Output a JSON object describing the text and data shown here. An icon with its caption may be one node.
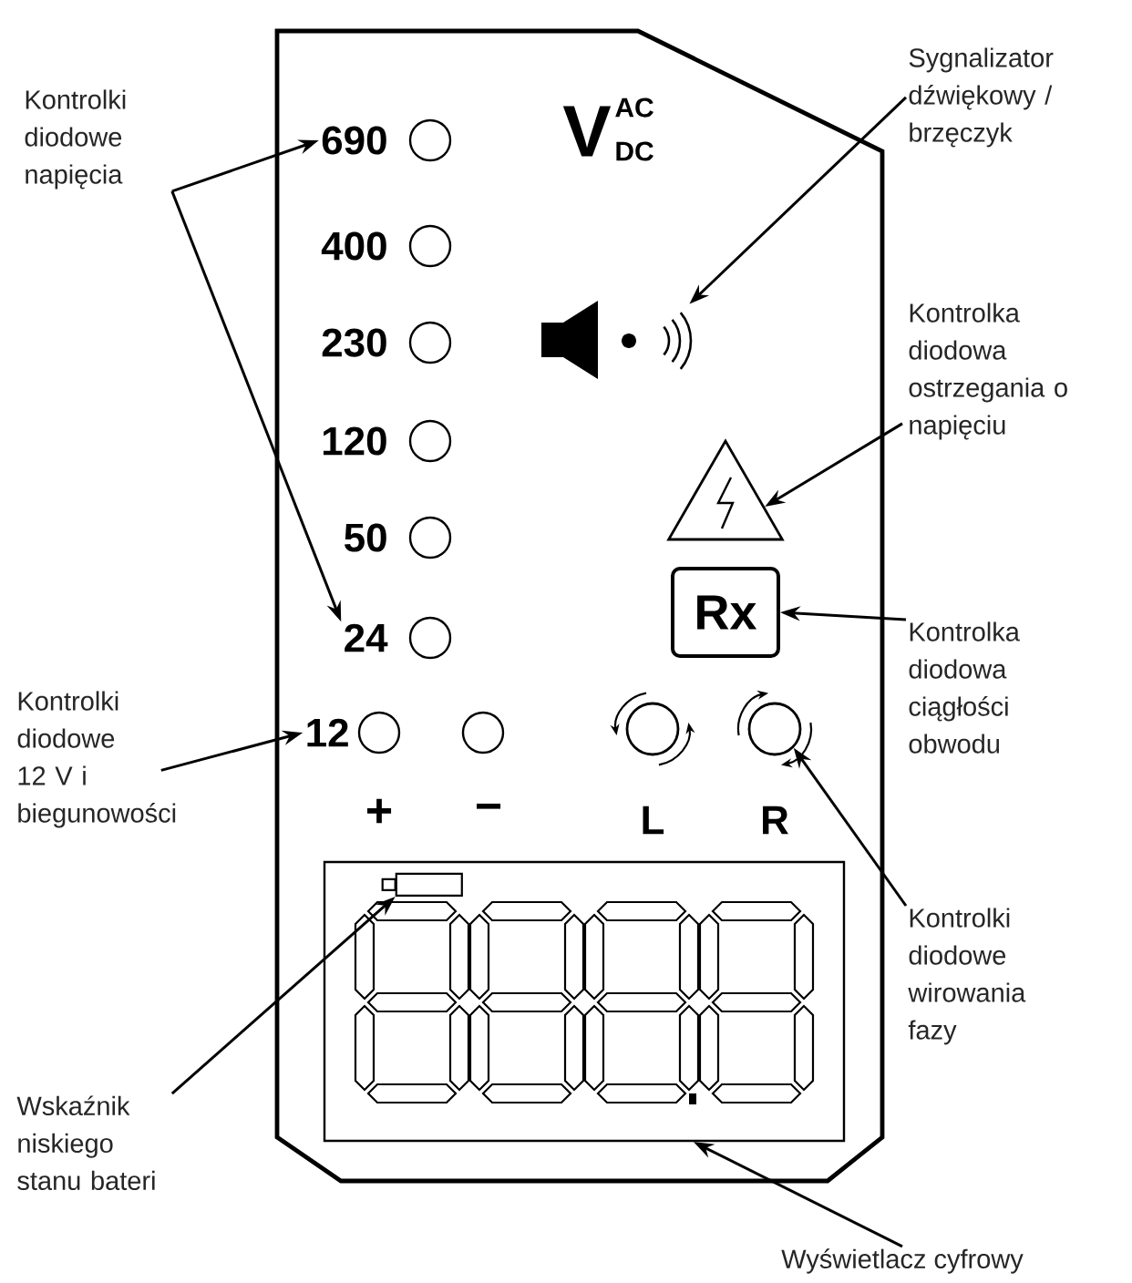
{
  "diagram": {
    "nodes": [
      {
        "text": [
          "Kontrolki diodowe napięcia"
        ]
      },
      {
        "text": [
          "690"
        ]
      },
      {
        "text": [
          "24"
        ]
      },
      {
        "text": [
          "Sygnalizator dźwiękowy / brzęczyk"
        ]
      },
      {
        "text": [],
        "shape": "speaker"
      },
      {
        "text": [
          "Kontrolka diodowa ostrzegania o napięciu"
        ]
      },
      {
        "text": [],
        "shape": "triangle"
      },
      {
        "text": [
          "Kontrolka diodowa ciągłości obwodu"
        ]
      },
      {
        "text": [
          "Rx"
        ]
      },
      {
        "text": [
          "Kontrolki diodowe 12 V i biegunowości"
        ]
      },
      {
        "text": [
          "12"
        ]
      },
      {
        "text": [],
        "shape": "circle"
      },
      {
        "text": [],
        "shape": "circle"
      },
      {
        "text": [
          "Kontrolki diodowe wirowania fazy"
        ]
      },
      {
        "text": [],
        "shape": "battery",
        "in": 15
      },
      {
        "text": [],
        "shape": "box"
      },
      {
        "text": [
          "Wskaźnik niskiego stanu bateri"
        ]
      },
      {
        "text": [
          "Wyświetlacz cyfrowy"
        ]
      }
    ],
    "edges": [
      {
        "from": 0,
        "to": 1,
        "arrow": "to"
      },
      {
        "from": 0,
        "to": 2,
        "arrow": "to"
      },
      {
        "from": 3,
        "to": 4,
        "arrow": "to"
      },
      {
        "from": 5,
        "to": 6,
        "arrow": "to"
      },
      {
        "from": 7,
        "to": 8,
        "arrow": "to"
      },
      {
        "from": 9,
        "to": 10,
        "arrow": "to"
      },
      {
        "from": 13,
        "to": 12,
        "arrow": "to"
      },
      {
        "from": 16,
        "to": 14,
        "arrow": "to"
      },
      {
        "from": 17,
        "to": 15,
        "arrow": "to"
      }
    ],
    "labels": [
      "400",
      "230",
      "120",
      "50",
      "V",
      "AC",
      "DC",
      "+",
      "−",
      "L",
      "R"
    ]
  }
}
